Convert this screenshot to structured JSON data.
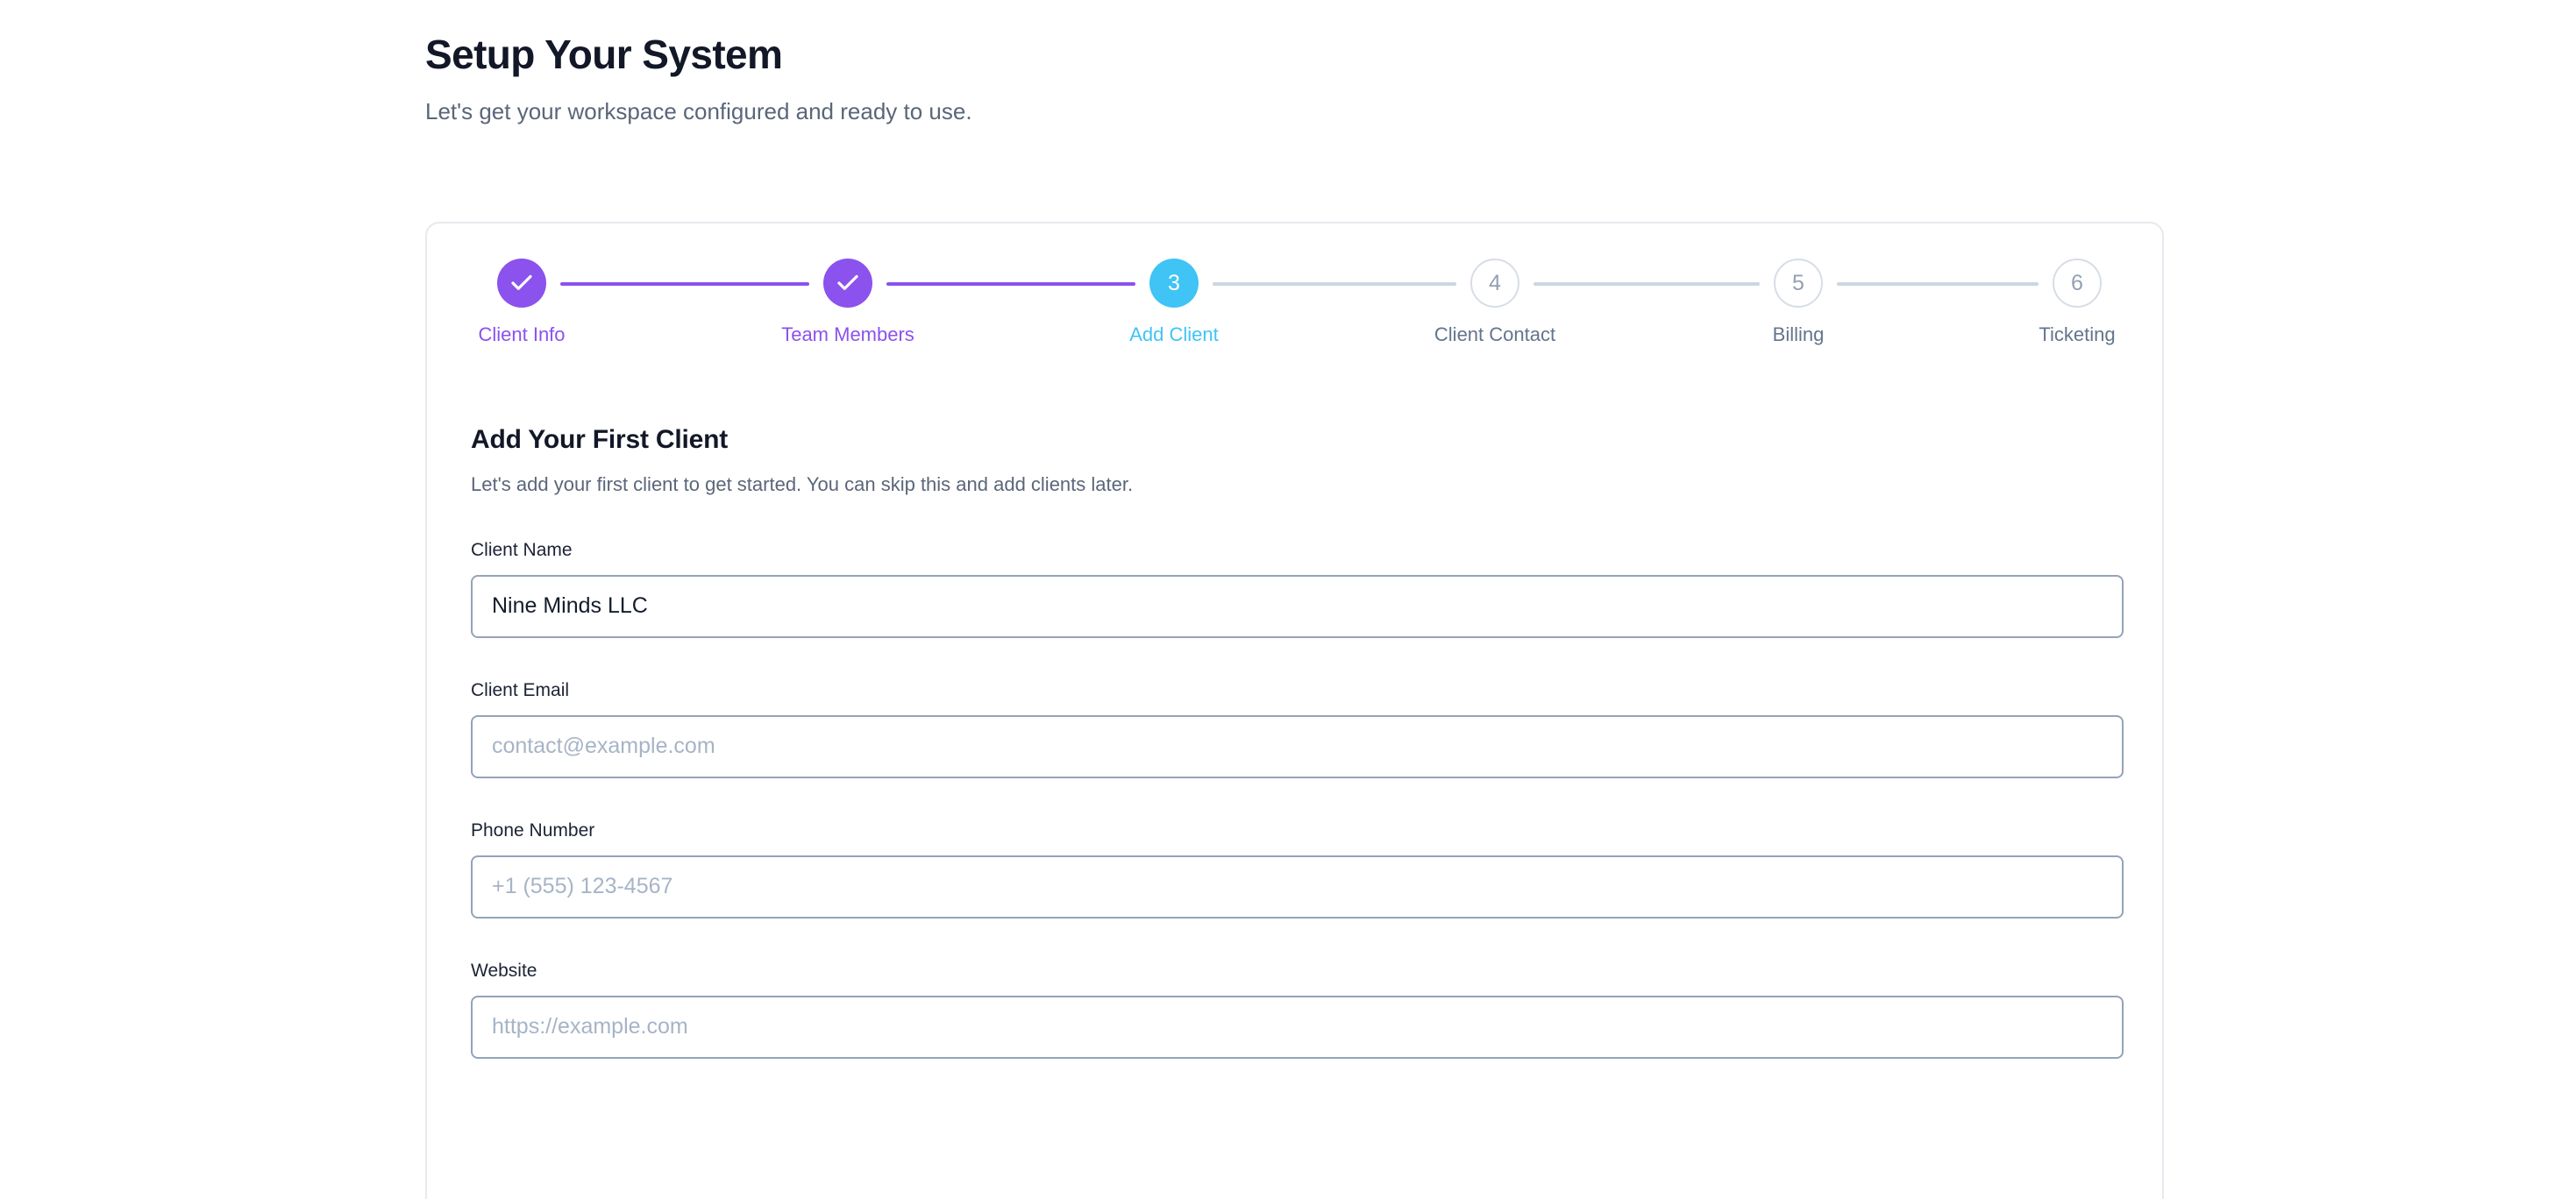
{
  "header": {
    "title": "Setup Your System",
    "subtitle": "Let's get your workspace configured and ready to use."
  },
  "stepper": {
    "current_step": 3,
    "total_steps": 6,
    "colors": {
      "done": "#8b52ed",
      "current": "#3fc4f5",
      "todo_border": "#d7dde6",
      "todo_text": "#93a0b3",
      "connector_filled": "#8b52ed",
      "connector_empty": "#ccd6e2"
    },
    "steps": [
      {
        "number": "1",
        "label": "Client Info",
        "state": "done",
        "icon": "check-icon"
      },
      {
        "number": "2",
        "label": "Team Members",
        "state": "done",
        "icon": "check-icon"
      },
      {
        "number": "3",
        "label": "Add Client",
        "state": "current",
        "icon": ""
      },
      {
        "number": "4",
        "label": "Client Contact",
        "state": "todo",
        "icon": ""
      },
      {
        "number": "5",
        "label": "Billing",
        "state": "todo",
        "icon": ""
      },
      {
        "number": "6",
        "label": "Ticketing",
        "state": "todo",
        "icon": ""
      }
    ],
    "connectors": [
      "filled",
      "filled",
      "empty",
      "empty",
      "empty"
    ]
  },
  "form": {
    "heading": "Add Your First Client",
    "description": "Let's add your first client to get started. You can skip this and add clients later.",
    "fields": [
      {
        "name": "client-name",
        "label": "Client Name",
        "value": "Nine Minds LLC",
        "placeholder": ""
      },
      {
        "name": "client-email",
        "label": "Client Email",
        "value": "",
        "placeholder": "contact@example.com"
      },
      {
        "name": "phone-number",
        "label": "Phone Number",
        "value": "",
        "placeholder": "+1 (555) 123-4567"
      },
      {
        "name": "website",
        "label": "Website",
        "value": "",
        "placeholder": "https://example.com"
      }
    ]
  }
}
